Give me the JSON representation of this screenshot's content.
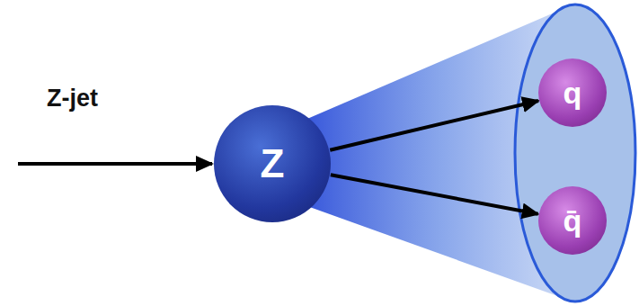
{
  "diagram": {
    "nodes": [
      {
        "text": [
          "Z"
        ]
      },
      {
        "text": [
          "q"
        ]
      },
      {
        "text": [
          "q̄"
        ]
      }
    ],
    "edges": [
      {
        "from": 0,
        "to": 1,
        "arrow": "to"
      },
      {
        "from": 0,
        "to": 2,
        "arrow": "to"
      }
    ],
    "labels": [
      "Z-jet"
    ]
  }
}
